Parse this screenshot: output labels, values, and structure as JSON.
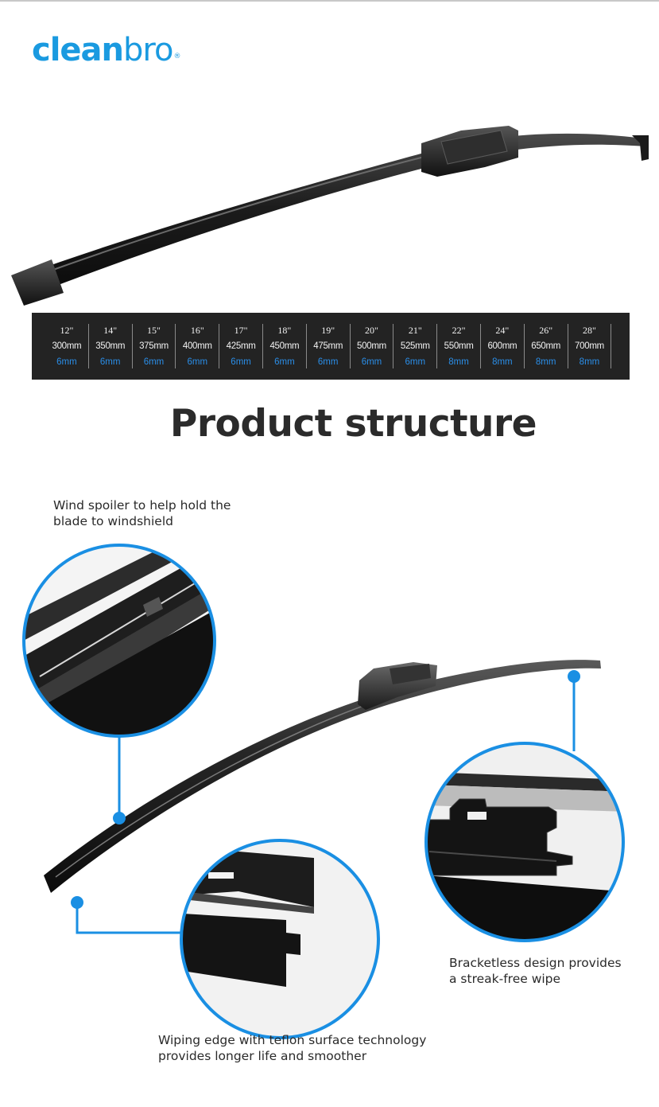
{
  "brand": {
    "part1": "clean",
    "part2": "bro",
    "mark": "®",
    "color": "#1a9ae0"
  },
  "size_table": {
    "columns": [
      {
        "inch": "12\"",
        "mm": "300mm",
        "width": "6mm"
      },
      {
        "inch": "14\"",
        "mm": "350mm",
        "width": "6mm"
      },
      {
        "inch": "15\"",
        "mm": "375mm",
        "width": "6mm"
      },
      {
        "inch": "16\"",
        "mm": "400mm",
        "width": "6mm"
      },
      {
        "inch": "17\"",
        "mm": "425mm",
        "width": "6mm"
      },
      {
        "inch": "18\"",
        "mm": "450mm",
        "width": "6mm"
      },
      {
        "inch": "19\"",
        "mm": "475mm",
        "width": "6mm"
      },
      {
        "inch": "20\"",
        "mm": "500mm",
        "width": "6mm"
      },
      {
        "inch": "21\"",
        "mm": "525mm",
        "width": "6mm"
      },
      {
        "inch": "22\"",
        "mm": "550mm",
        "width": "8mm"
      },
      {
        "inch": "24\"",
        "mm": "600mm",
        "width": "8mm"
      },
      {
        "inch": "26\"",
        "mm": "650mm",
        "width": "8mm"
      },
      {
        "inch": "28\"",
        "mm": "700mm",
        "width": "8mm"
      }
    ],
    "accent_color": "#2a8ee8"
  },
  "section": {
    "title": "Product structure"
  },
  "callouts": {
    "spoiler": {
      "line1": "Wind spoiler to help hold the",
      "line2": "blade to windshield"
    },
    "bracketless": {
      "line1": "Bracketless design provides",
      "line2": "a streak-free wipe"
    },
    "wiping": {
      "line1": "Wiping edge with teflon surface technology",
      "line2": "provides longer life and smoother"
    }
  },
  "callout_color": "#1a8fe3"
}
